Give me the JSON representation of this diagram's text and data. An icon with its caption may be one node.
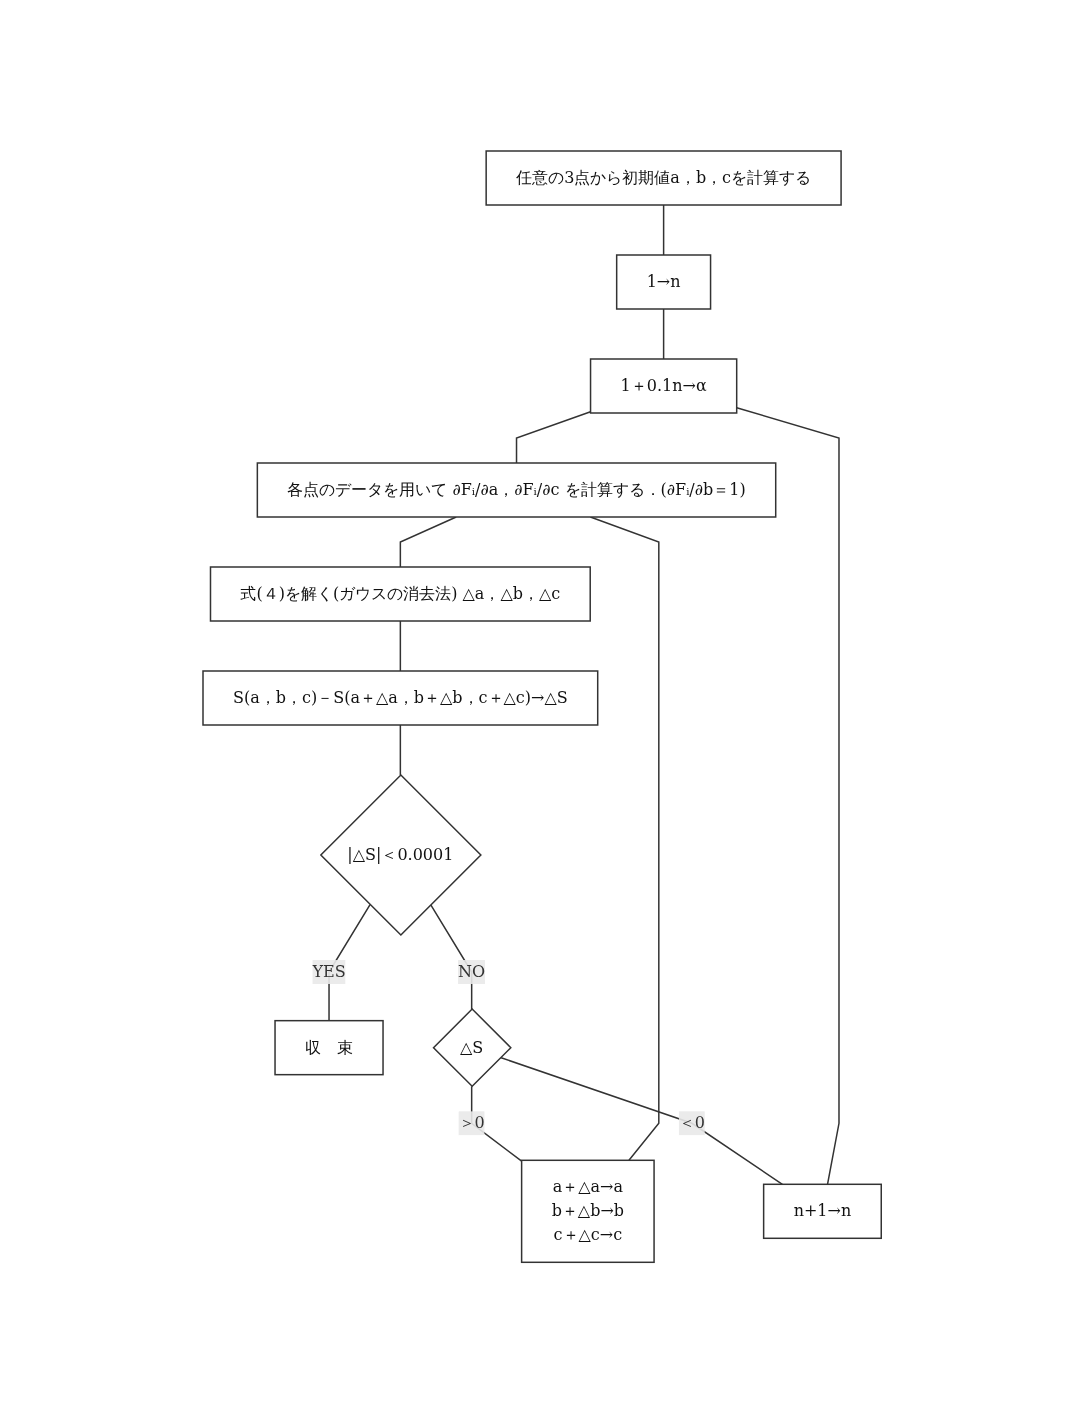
{
  "diagram": {
    "nodes": [
      {
        "text": [
          "任意の3点から初期値a，b，cを計算する"
        ]
      },
      {
        "text": [
          "1→n"
        ]
      },
      {
        "text": [
          "1＋0.1n→α"
        ]
      },
      {
        "text": [
          "各点のデータを用いて ∂Fᵢ/∂a，∂Fᵢ/∂c を計算する．(∂Fᵢ/∂b＝1)"
        ]
      },
      {
        "text": [
          "式(４)を解く(ガウスの消去法) △a，△b，△c"
        ]
      },
      {
        "text": [
          "S(a，b，c)－S(a＋△a，b＋△b，c＋△c)→△S"
        ]
      },
      {
        "text": [
          "|△S|＜0.0001"
        ]
      },
      {
        "text": [
          "収　束"
        ]
      },
      {
        "text": [
          "△S"
        ]
      },
      {
        "text": [
          "a＋△a→a",
          "b＋△b→b",
          "c＋△c→c"
        ]
      },
      {
        "text": [
          "n+1→n"
        ]
      }
    ],
    "edges": [
      {
        "from": 0,
        "to": 1,
        "arrow": "none"
      },
      {
        "from": 1,
        "to": 2,
        "arrow": "none"
      },
      {
        "from": 2,
        "to": 3,
        "arrow": "none"
      },
      {
        "from": 3,
        "to": 4,
        "arrow": "none"
      },
      {
        "from": 4,
        "to": 5,
        "arrow": "none"
      },
      {
        "from": 5,
        "to": 6,
        "arrow": "none"
      },
      {
        "from": 6,
        "to": 7,
        "arrow": "none",
        "label": "YES"
      },
      {
        "from": 6,
        "to": 8,
        "arrow": "none",
        "label": "NO"
      },
      {
        "from": 8,
        "to": 9,
        "arrow": "none",
        "label": "＞0"
      },
      {
        "from": 8,
        "to": 10,
        "arrow": "none",
        "label": "＜0"
      },
      {
        "from": 9,
        "to": 3,
        "arrow": "none"
      },
      {
        "from": 10,
        "to": 2,
        "arrow": "none"
      }
    ]
  }
}
